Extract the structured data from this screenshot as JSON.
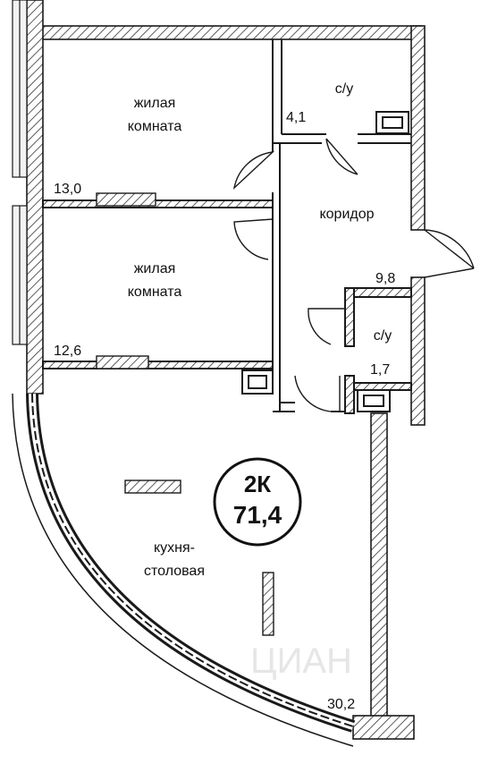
{
  "plan": {
    "badge": {
      "rooms": "2К",
      "total_area": "71,4"
    },
    "rooms": [
      {
        "id": "bedroom-1",
        "label_line1": "жилая",
        "label_line2": "комната",
        "area": "13,0"
      },
      {
        "id": "bathroom-1",
        "label": "с/у",
        "area": "4,1"
      },
      {
        "id": "corridor",
        "label": "коридор",
        "area": "9,8"
      },
      {
        "id": "bedroom-2",
        "label_line1": "жилая",
        "label_line2": "комната",
        "area": "12,6"
      },
      {
        "id": "bathroom-2",
        "label": "с/у",
        "area": "1,7"
      },
      {
        "id": "kitchen",
        "label_line1": "кухня-",
        "label_line2": "столовая",
        "area": "30,2"
      }
    ],
    "watermark": "ЦИАН",
    "colors": {
      "wall": "#1a1a1a",
      "hatch": "#333333",
      "window_fill": "#f2f2f2",
      "background": "#ffffff"
    }
  }
}
